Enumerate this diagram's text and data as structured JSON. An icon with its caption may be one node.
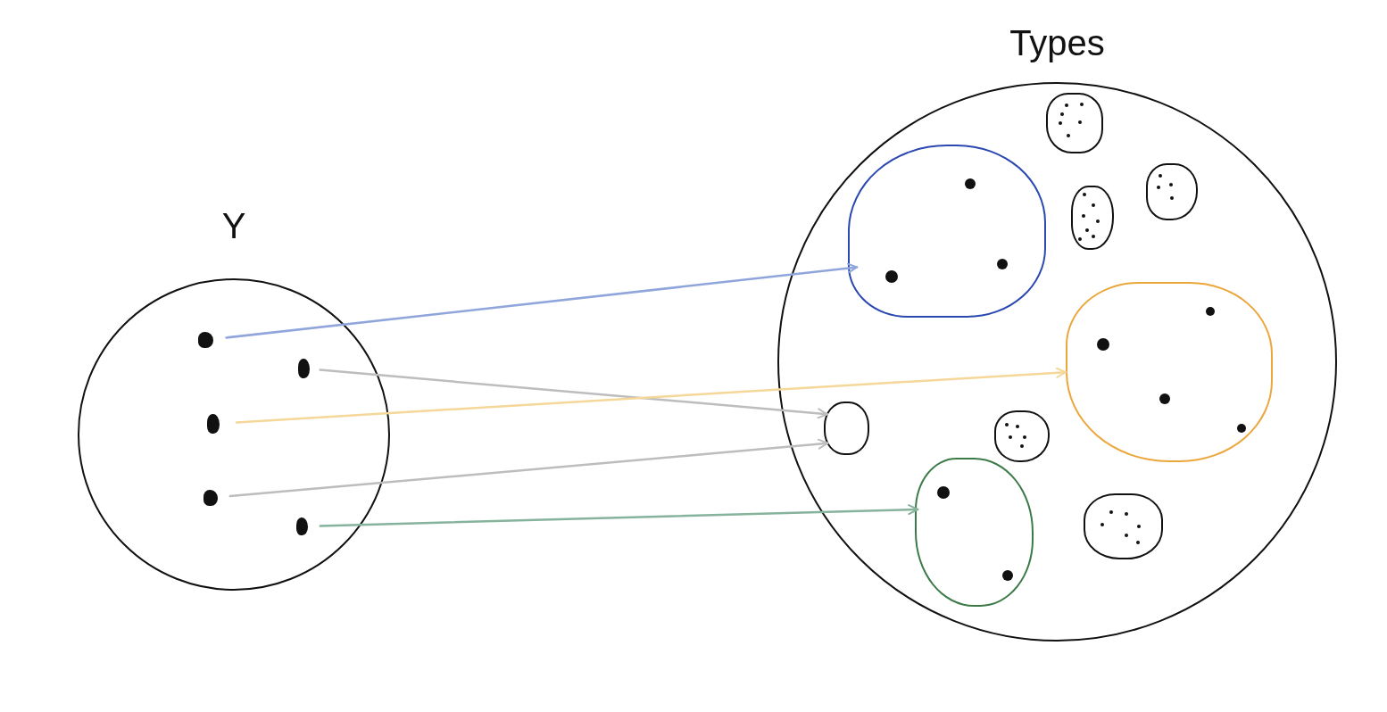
{
  "diagram": {
    "nodes": [
      {
        "text": [
          "Y"
        ]
      },
      {
        "text": [],
        "shape": "dot",
        "in": 0
      },
      {
        "text": [],
        "shape": "dot",
        "in": 0
      },
      {
        "text": [],
        "shape": "dot",
        "in": 0
      },
      {
        "text": [],
        "shape": "dot",
        "in": 0
      },
      {
        "text": [],
        "shape": "dot",
        "in": 0
      },
      {
        "text": [
          "Types"
        ]
      },
      {
        "text": [],
        "shape": "blob",
        "in": 6
      },
      {
        "text": [],
        "shape": "blob",
        "in": 6
      },
      {
        "text": [],
        "shape": "blob",
        "in": 6
      },
      {
        "text": [],
        "shape": "blob",
        "in": 6
      },
      {
        "text": [],
        "shape": "blob",
        "in": 6
      },
      {
        "text": [],
        "shape": "blob",
        "in": 6
      },
      {
        "text": [],
        "shape": "blob",
        "in": 6
      },
      {
        "text": [],
        "shape": "blob",
        "in": 6
      },
      {
        "text": [],
        "shape": "blob",
        "in": 6
      }
    ],
    "edges": [
      {
        "from": 1,
        "to": 8,
        "arrow": "to",
        "color": "#8fa5dc"
      },
      {
        "from": 2,
        "to": 12,
        "arrow": "to",
        "color": "#bdbdbd"
      },
      {
        "from": 3,
        "to": 11,
        "arrow": "to",
        "color": "#f5d79a"
      },
      {
        "from": 4,
        "to": 12,
        "arrow": "to",
        "color": "#bdbdbd"
      },
      {
        "from": 5,
        "to": 14,
        "arrow": "to",
        "color": "#86b39c"
      }
    ]
  }
}
